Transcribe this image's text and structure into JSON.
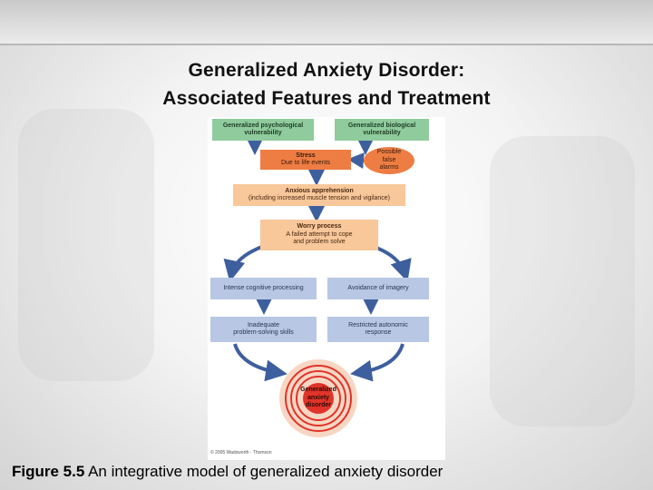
{
  "slide": {
    "title_line1": "Generalized Anxiety Disorder:",
    "title_line2": "Associated Features and Treatment"
  },
  "diagram": {
    "psych_vuln": [
      "Generalized psychological",
      "vulnerability"
    ],
    "bio_vuln": [
      "Generalized biological",
      "vulnerability"
    ],
    "stress": [
      "Stress",
      "Due to life events"
    ],
    "false_alarms": [
      "Possible",
      "false",
      "alarms"
    ],
    "apprehension": [
      "Anxious apprehension",
      "(including increased muscle tension and vigilance)"
    ],
    "worry": [
      "Worry process",
      "A failed attempt to cope",
      "and problem solve"
    ],
    "cognitive": "Intense cognitive processing",
    "imagery": "Avoidance of imagery",
    "problem_solving": [
      "Inadequate",
      "problem-solving skills"
    ],
    "autonomic": [
      "Restricted autonomic",
      "response"
    ],
    "gad": [
      "Generalized",
      "anxiety disorder"
    ],
    "copyright": "© 2005 Wadsworth - Thomson"
  },
  "caption": {
    "label": "Figure 5.5",
    "text": " An integrative model of generalized anxiety disorder"
  },
  "colors": {
    "green": "#8fcb9c",
    "orange_dark": "#ee7d43",
    "orange_light": "#f8c79a",
    "blue": "#b8c8e4",
    "arrow": "#3e5f9e",
    "target_red": "#e0342a"
  }
}
